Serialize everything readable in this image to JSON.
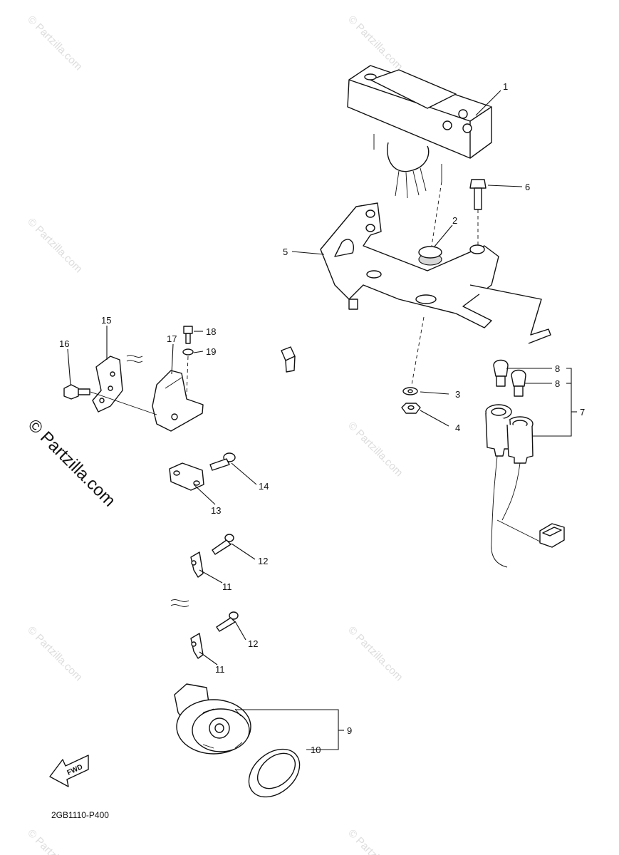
{
  "diagram": {
    "code": "2GB1110-P400",
    "fwd_label": "FWD",
    "watermark": "© Partzilla.com",
    "callouts": [
      "1",
      "2",
      "3",
      "4",
      "5",
      "6",
      "7",
      "8",
      "8",
      "9",
      "10",
      "11",
      "11",
      "12",
      "12",
      "13",
      "14",
      "15",
      "16",
      "17",
      "18",
      "19"
    ]
  }
}
